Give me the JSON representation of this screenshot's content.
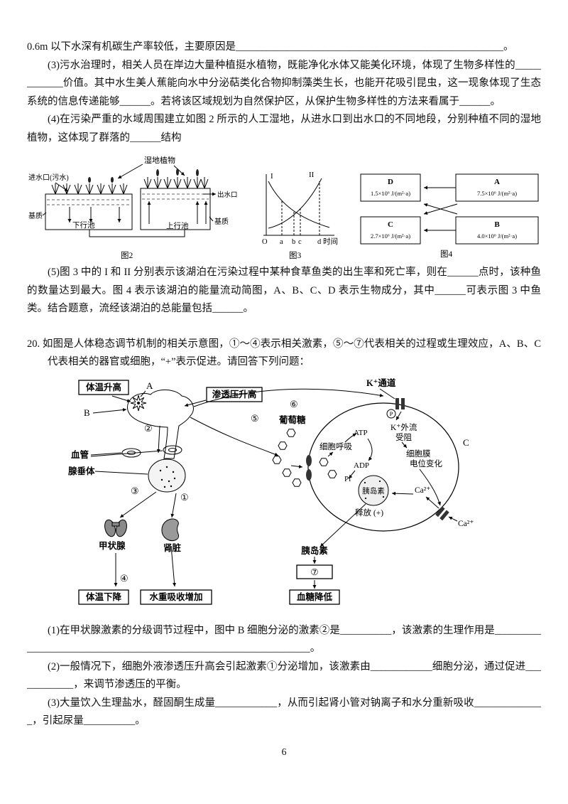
{
  "page": {
    "number": "6"
  },
  "questions": {
    "q19_intro": "0.6m 以下水深有机碳生产率较低，主要原因是____________________________________________________。",
    "q19_p3": "(3)污水治理时，相关人员在岸边大量种植挺水植物，既能净化水体又能美化环境，体现了生物多样性的____________价值。其中水生美人蕉能向水中分泌萜类化合物抑制藻类生长，也能开花吸引昆虫，这一现象体现了生态系统的信息传递能够______。若将该区域规划为自然保护区，从保护生物多样性的方法来看属于______。",
    "q19_p4": "(4)在污染严重的水域周围建立如图 2 所示的人工湿地，从进水口到出水口的不同地段，分别种植不同的湿地植物，这体现了群落的______结构",
    "q19_p5": "(5)图 3 中的 I 和 II 分别表示该湖泊在污染过程中某种食草鱼类的出生率和死亡率，则在______点时，该种鱼的数量达到最大。图 4 表示该湖泊的能量流动简图，A、B、C、D 表示生物成分，其中______可表示图 3 中鱼类。结合题意，流经该湖泊的总能量包括______。",
    "q20_stem": "20. 如图是人体稳态调节机制的相关示意图，①～④表示相关激素，⑤～⑦代表相关的过程或生理效应，A、B、C 代表相关的器官或细胞，“+”表示促进。请回答下列问题：",
    "q20_s1": "(1)在甲状腺激素的分级调节过程中，图中 B 细胞分泌的激素②是__________，该激素的生理作用是________________________________________________________________。",
    "q20_s2": "(2)一般情况下，细胞外液渗透压升高会引起激素①分泌增加，该激素由____________细胞分泌，通过促进____________，来调节渗透压的平衡。",
    "q20_s3": "(3)大量饮入生理盐水，醛固酮生成量____________，从而引起肾小管对钠离子和水分重新吸收______________，引起尿量__________。"
  },
  "fig2": {
    "plants_label": "湿地植物",
    "inlet": "进水口(污水)",
    "outlet": "出水口",
    "substrate_left": "基质",
    "substrate_right": "基质",
    "down_pool": "下行池",
    "up_pool": "上行池",
    "caption": "图2"
  },
  "fig3": {
    "curve1": "I",
    "curve2": "II",
    "origin": "O",
    "tick_a": "a",
    "tick_b": "b",
    "tick_c": "c",
    "tick_d": "d",
    "xlabel": "时间",
    "caption": "图3"
  },
  "fig4": {
    "boxes": [
      {
        "name": "D",
        "value": "1.5×10⁶ J/(m²·a)"
      },
      {
        "name": "A",
        "value": "7.5×10⁶ J/(m²·a)"
      },
      {
        "name": "C",
        "value": "2.7×10⁶ J/(m²·a)"
      },
      {
        "name": "B",
        "value": "4.0×10⁶ J/(m²·a)"
      }
    ],
    "caption": "图4"
  },
  "q20fig": {
    "temp_up": "体温升高",
    "label_a": "A",
    "label_b": "B",
    "osmo_up": "渗透压升高",
    "num1": "①",
    "num2": "②",
    "num3": "③",
    "num4": "④",
    "num5": "⑤",
    "num6": "⑥",
    "num7": "⑦",
    "vessel": "血管",
    "pituitary": "腺垂体",
    "thyroid": "甲状腺",
    "kidney": "肾脏",
    "temp_down": "体温下降",
    "water_reabsorb": "水重吸收增加",
    "k_channel": "K⁺通道",
    "p_mark": "P",
    "glucose": "葡萄糖",
    "atp": "ATP",
    "adp": "ADP",
    "pi": "Pi",
    "respiration": "细胞呼吸",
    "k_block_1": "K⁺外流",
    "k_block_2": "受阻",
    "membrane_1": "细胞膜",
    "membrane_2": "电位变化",
    "label_c": "C",
    "insulin_cell": "胰岛素",
    "release": "释放 (+)",
    "ca_in": "Ca²⁺",
    "ca_out": "Ca²⁺",
    "insulin_out": "胰岛素",
    "glucose_down": "血糖降低"
  }
}
